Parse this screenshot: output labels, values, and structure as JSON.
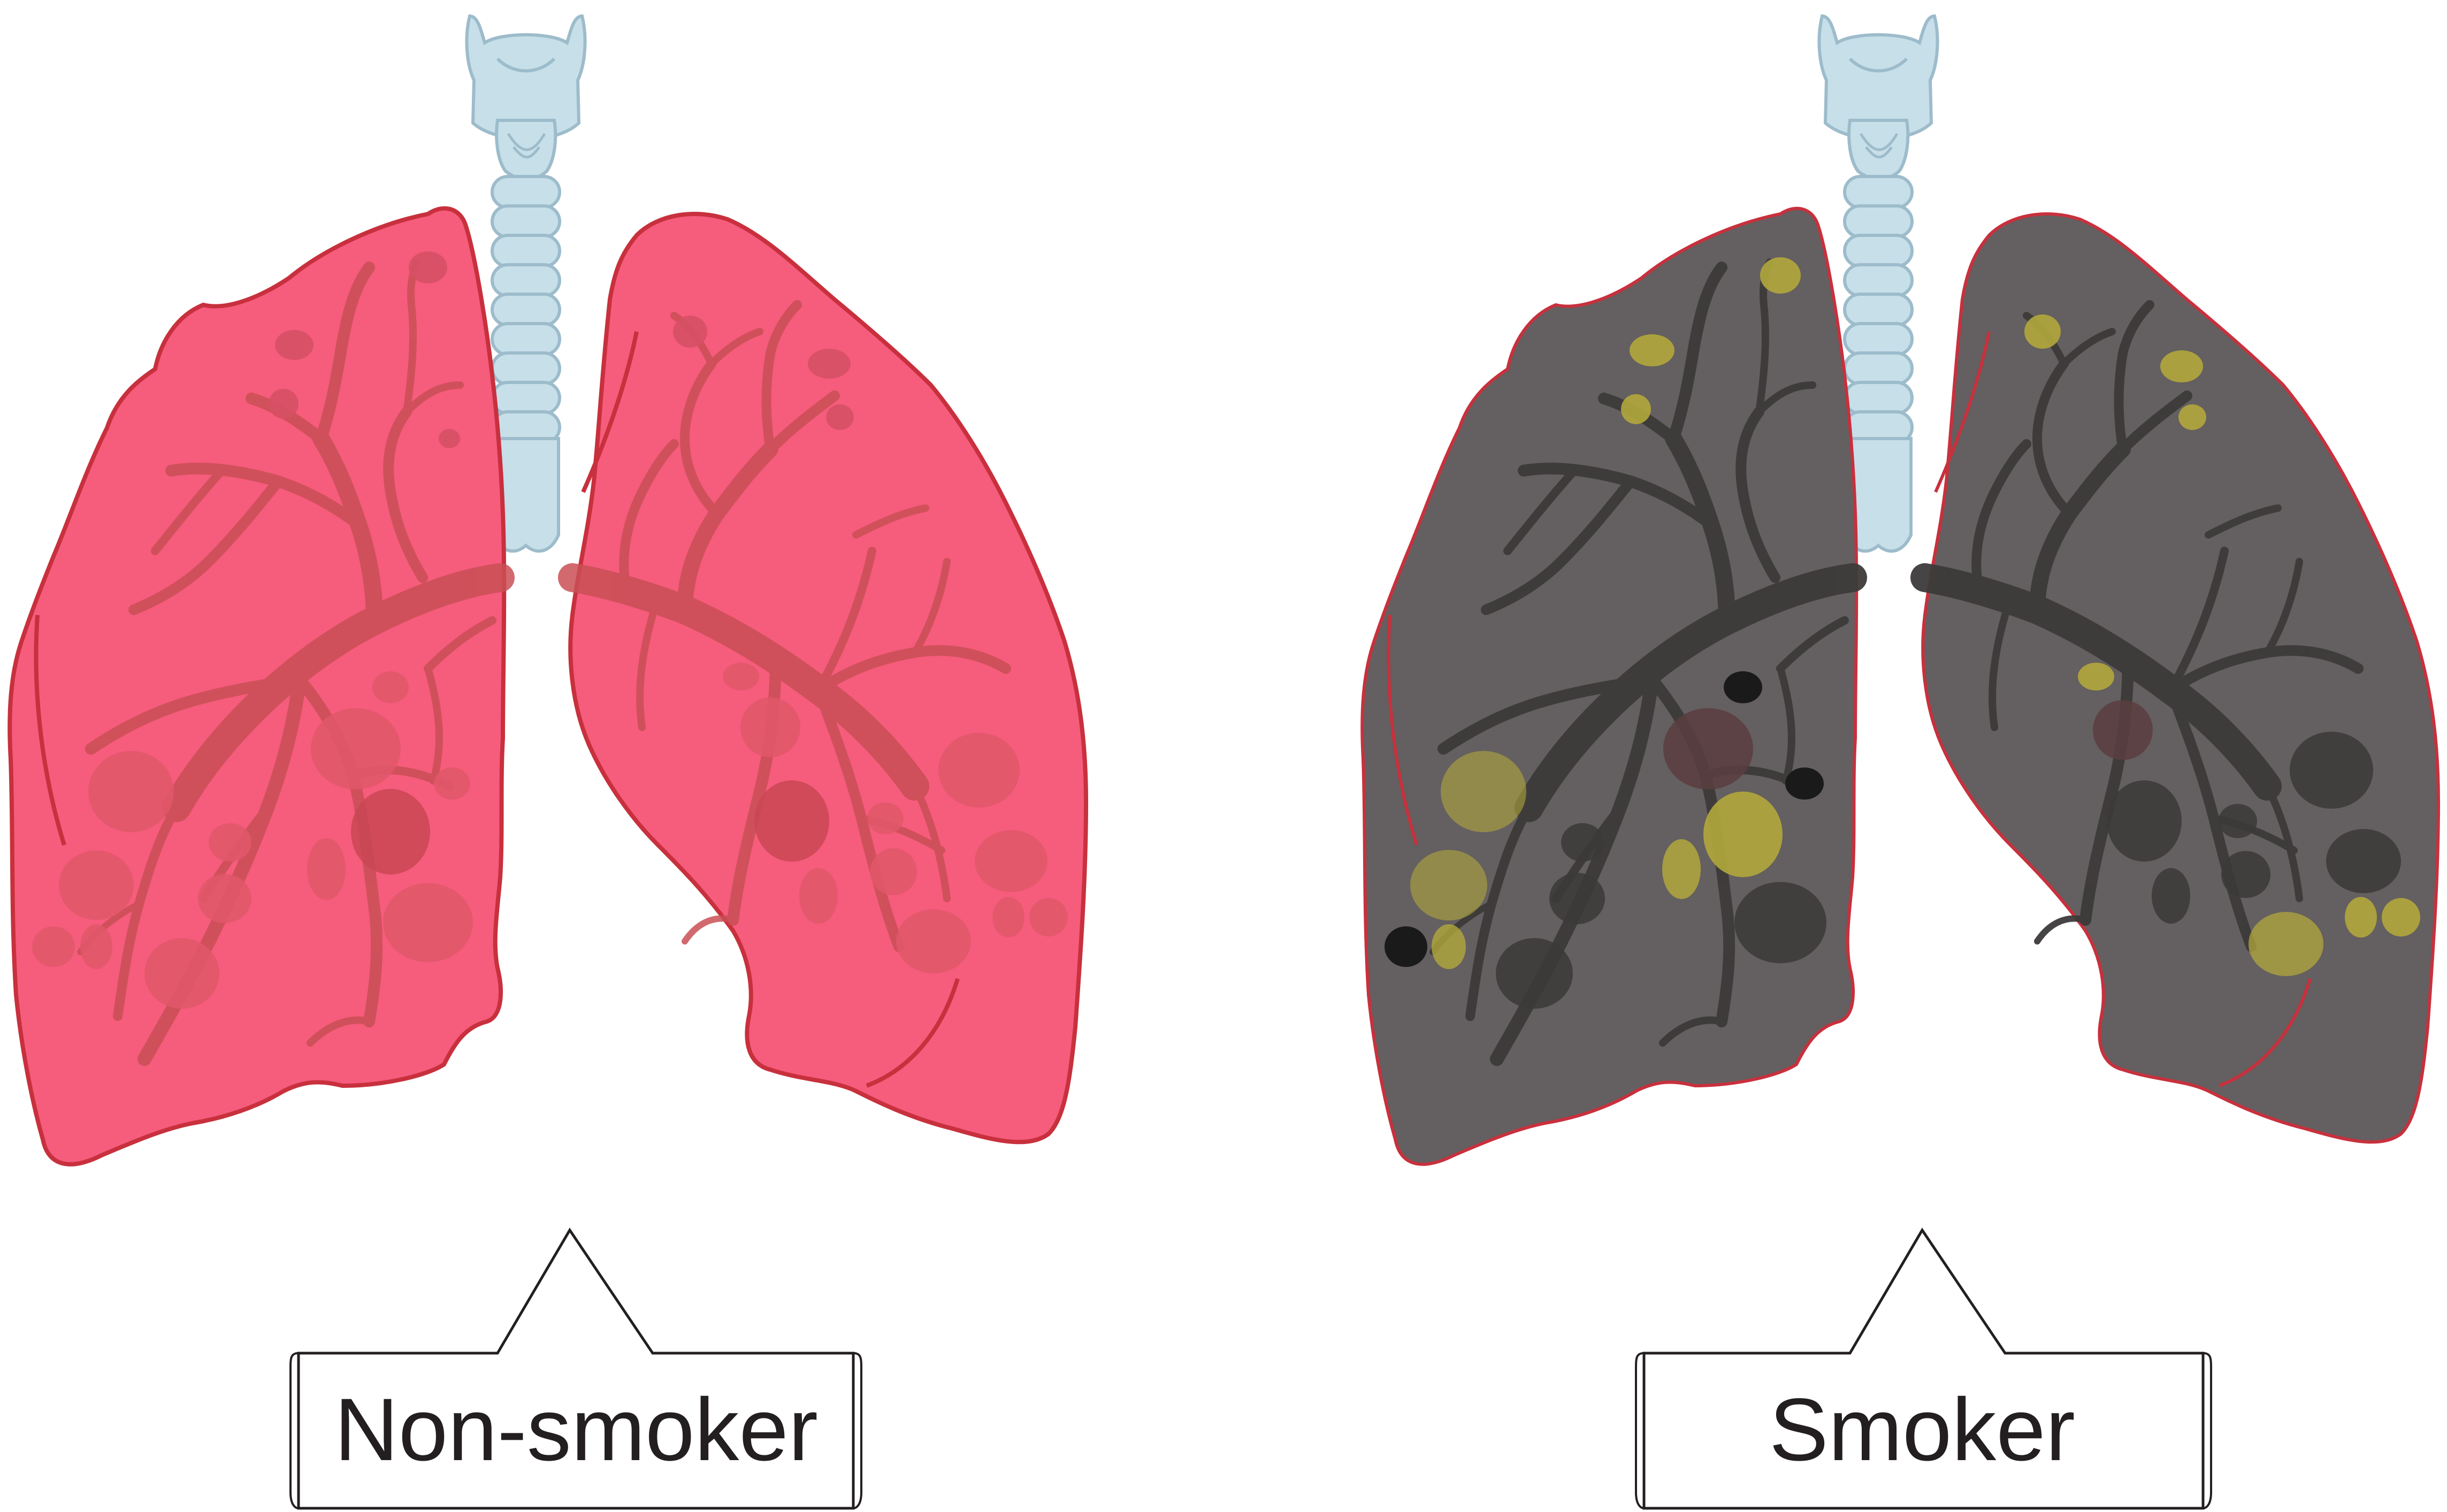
{
  "diagram": {
    "panels": [
      {
        "id": "non-smoker",
        "label": "Non-smoker",
        "colors": {
          "lung_fill": "#f65c7c",
          "lung_outline": "#c8303d",
          "bronchi": "#c94f55",
          "spots": [
            "#e0576a",
            "#d65064",
            "#c94655"
          ]
        }
      },
      {
        "id": "smoker",
        "label": "Smoker",
        "colors": {
          "lung_fill": "#645f60",
          "lung_outline": "#c8303d",
          "bronchi": "#3d3b3a",
          "spots": [
            "#b1a73c",
            "#3b3938",
            "#5b3d3f",
            "#1a1a1a"
          ]
        }
      }
    ],
    "trachea_color": "#c7dfe9"
  }
}
